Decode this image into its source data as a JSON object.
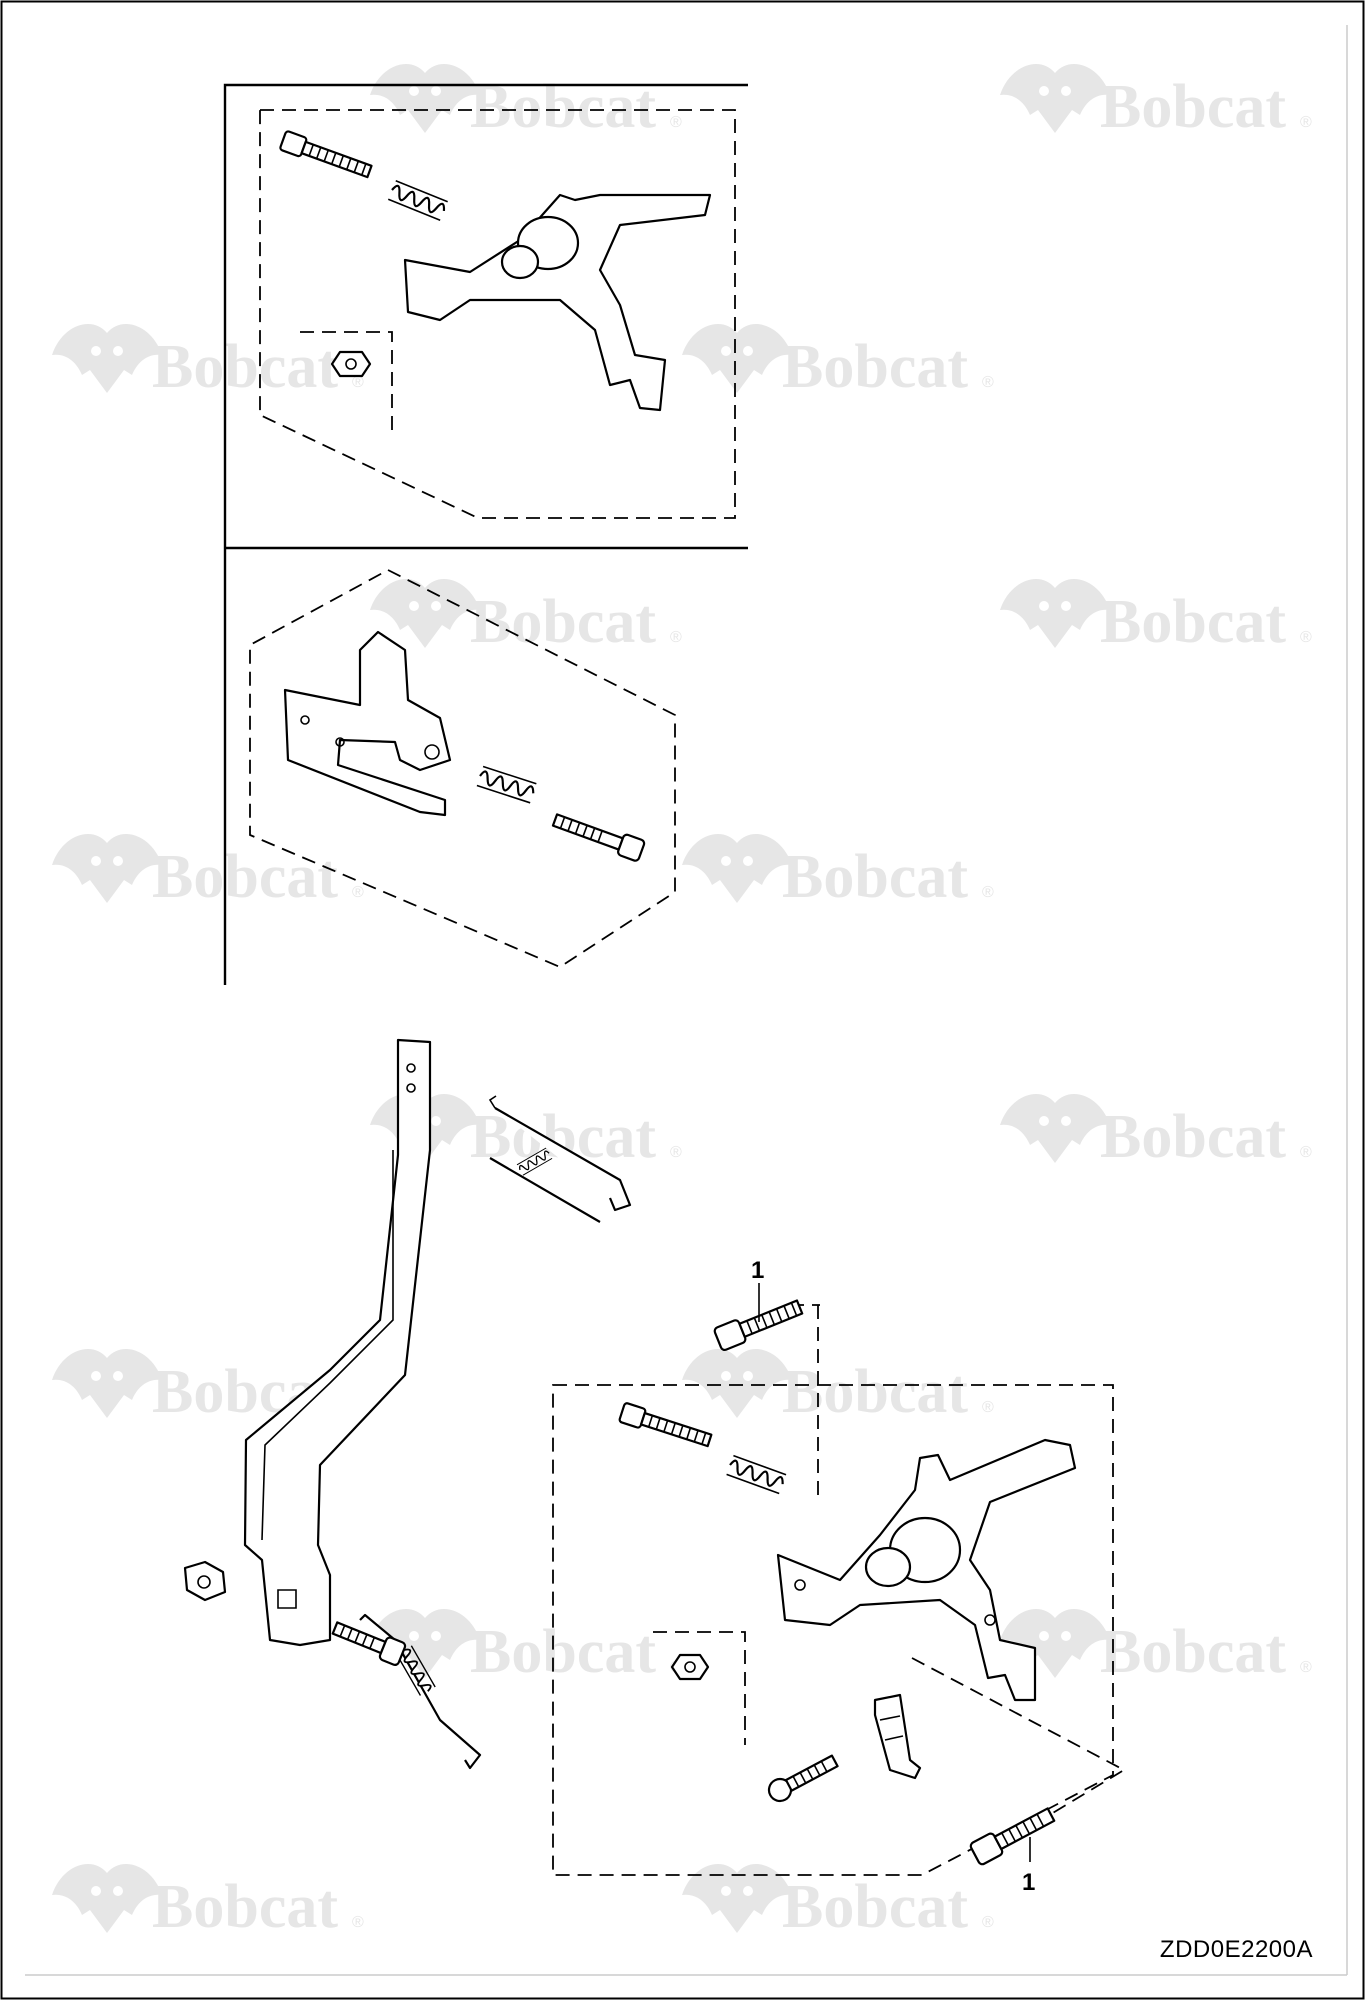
{
  "figure_code": "ZDD0E2200A",
  "callouts": [
    {
      "label": "1"
    },
    {
      "label": "1"
    }
  ],
  "watermark": {
    "brand": "Bobcat",
    "mark": "®",
    "color": "#e6e6e6"
  },
  "colors": {
    "line": "#000000",
    "background": "#ffffff"
  },
  "icons": [
    "bobcat-logo-icon"
  ]
}
